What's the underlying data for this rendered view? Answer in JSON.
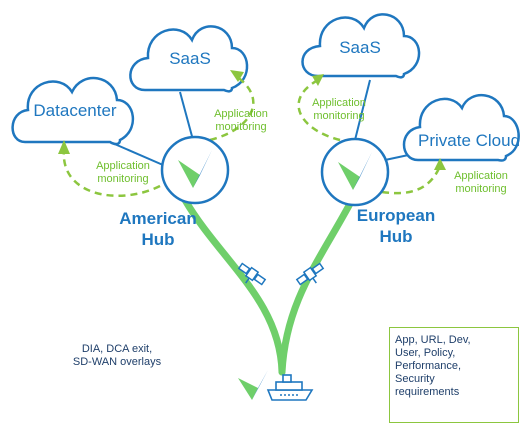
{
  "colors": {
    "cloud_stroke": "#1f77bf",
    "link_green": "#6fcf6a",
    "monitor_green": "#8cc63f",
    "hub_circle": "#1f77bf",
    "text_dark": "#1f3f6a"
  },
  "clouds": {
    "datacenter": "Datacenter",
    "saas_left": "SaaS",
    "saas_right": "SaaS",
    "private_cloud": "Private Cloud"
  },
  "monitoring": {
    "dc_line1": "Application",
    "dc_line2": "monitoring",
    "saas_left_line1": "Application",
    "saas_left_line2": "monitoring",
    "saas_right_line1": "Application",
    "saas_right_line2": "monitoring",
    "private_line1": "Application",
    "private_line2": "monitoring"
  },
  "hubs": {
    "american_line1": "American",
    "american_line2": "Hub",
    "european_line1": "European",
    "european_line2": "Hub"
  },
  "services": {
    "line1": "DIA, DCA exit,",
    "line2": "SD-WAN overlays"
  },
  "requirements": [
    "App, URL, Dev,",
    "User, Policy,",
    "Performance,",
    "Security",
    "requirements"
  ],
  "icons": [
    "cloud-icon",
    "hub-logo-icon",
    "satellite-icon",
    "ship-icon"
  ]
}
